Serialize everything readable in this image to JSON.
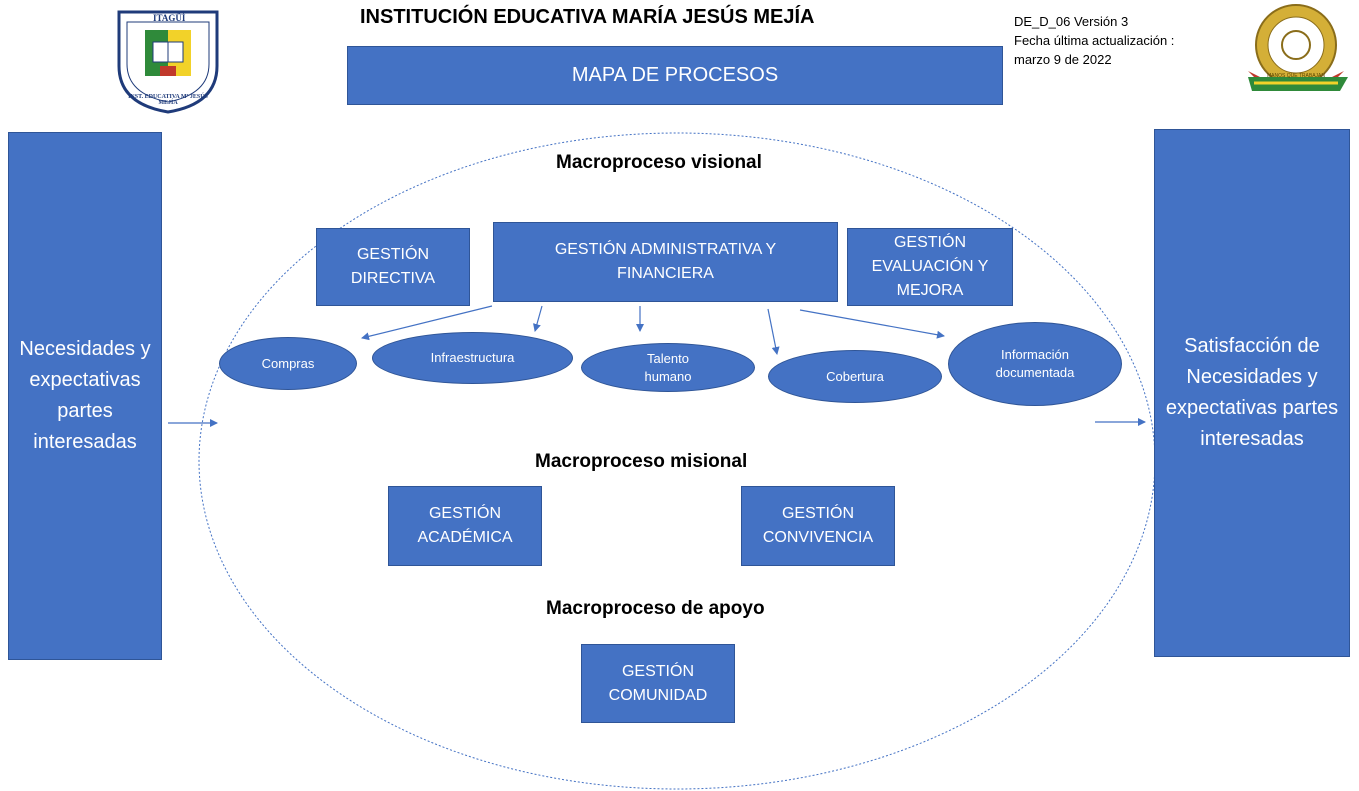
{
  "header": {
    "institution": "INSTITUCIÓN EDUCATIVA MARÍA JESÚS MEJÍA",
    "map_title": "MAPA DE PROCESOS",
    "doc_code": "DE_D_06 Versión 3",
    "updated_label": "Fecha última actualización :",
    "updated_date": "marzo 9 de 2022"
  },
  "logos": {
    "left_top_text": "ITAGÜÍ",
    "left_ring_text": "INST. EDUCATIVA Mª JESÚS MEJÍA",
    "right_ribbon_text": "MANOS QUE TRABAJAN"
  },
  "input": {
    "label": "Necesidades y expectativas partes interesadas"
  },
  "output": {
    "label": "Satisfacción de Necesidades y expectativas partes interesadas"
  },
  "macro": {
    "visional": "Macroproceso visional",
    "misional": "Macroproceso misional",
    "apoyo": "Macroproceso de apoyo"
  },
  "processes": {
    "directiva": "GESTIÓN DIRECTIVA",
    "administrativa": "GESTIÓN ADMINISTRATIVA Y FINANCIERA",
    "evaluacion": "GESTIÓN EVALUACIÓN Y MEJORA",
    "academica": "GESTIÓN ACADÉMICA",
    "convivencia": "GESTIÓN CONVIVENCIA",
    "comunidad": "GESTIÓN COMUNIDAD"
  },
  "subprocesses": {
    "compras": "Compras",
    "infraestructura": "Infraestructura",
    "talento": "Talento humano",
    "cobertura": "Cobertura",
    "informacion": "Información documentada"
  },
  "colors": {
    "box_fill": "#4472c4",
    "box_border": "#2f5597",
    "arrow": "#4472c4"
  }
}
